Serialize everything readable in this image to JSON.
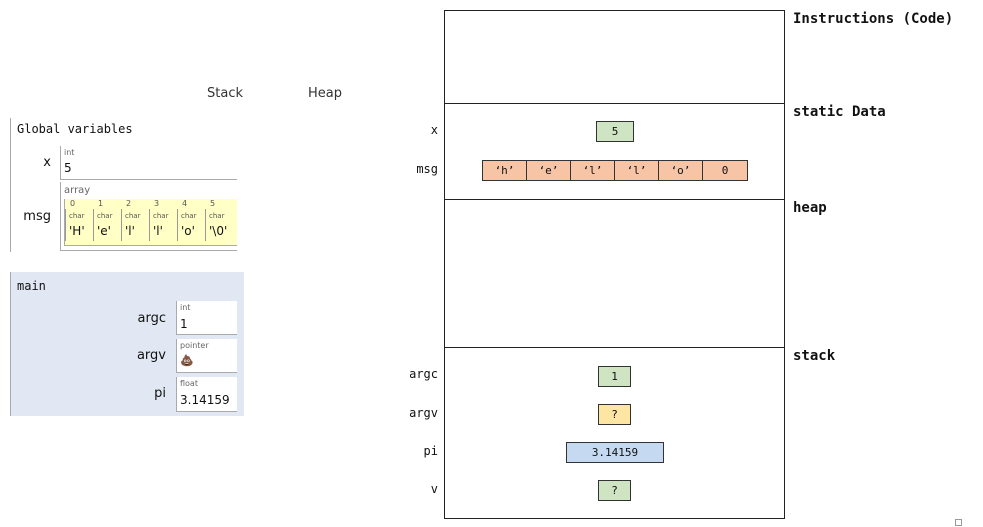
{
  "viz": {
    "stack_label": "Stack",
    "heap_label": "Heap",
    "global_frame": {
      "title": "Global variables",
      "vars": [
        {
          "name": "x",
          "type": "int",
          "value": "5"
        },
        {
          "name": "msg",
          "type": "array",
          "cells": [
            {
              "index": "0",
              "type": "char",
              "value": "'H'"
            },
            {
              "index": "1",
              "type": "char",
              "value": "'e'"
            },
            {
              "index": "2",
              "type": "char",
              "value": "'l'"
            },
            {
              "index": "3",
              "type": "char",
              "value": "'l'"
            },
            {
              "index": "4",
              "type": "char",
              "value": "'o'"
            },
            {
              "index": "5",
              "type": "char",
              "value": "'\\0'"
            }
          ]
        }
      ]
    },
    "main_frame": {
      "title": "main",
      "vars": [
        {
          "name": "argc",
          "type": "int",
          "value": "1"
        },
        {
          "name": "argv",
          "type": "pointer",
          "value": "💩"
        },
        {
          "name": "pi",
          "type": "float",
          "value": "3.14159"
        }
      ]
    }
  },
  "memory": {
    "segments": {
      "code": "Instructions (Code)",
      "static": "static Data",
      "heap": "heap",
      "stack": "stack"
    },
    "static_vars": {
      "x": {
        "name": "x",
        "value": "5"
      },
      "msg": {
        "name": "msg",
        "cells": [
          "‘h’",
          "‘e’",
          "‘l’",
          "‘l’",
          "‘o’",
          "0"
        ]
      }
    },
    "stack_vars": [
      {
        "name": "argc",
        "value": "1"
      },
      {
        "name": "argv",
        "value": "?"
      },
      {
        "name": "pi",
        "value": "3.14159"
      },
      {
        "name": "v",
        "value": "?"
      }
    ]
  },
  "colors": {
    "int_box": "#cfe4c2",
    "char_box": "#f7c5a6",
    "pointer_box": "#fde6a4",
    "float_box": "#c5daf1",
    "main_frame_bg": "#e2e8f3",
    "array_bg": "#ffffc6"
  }
}
